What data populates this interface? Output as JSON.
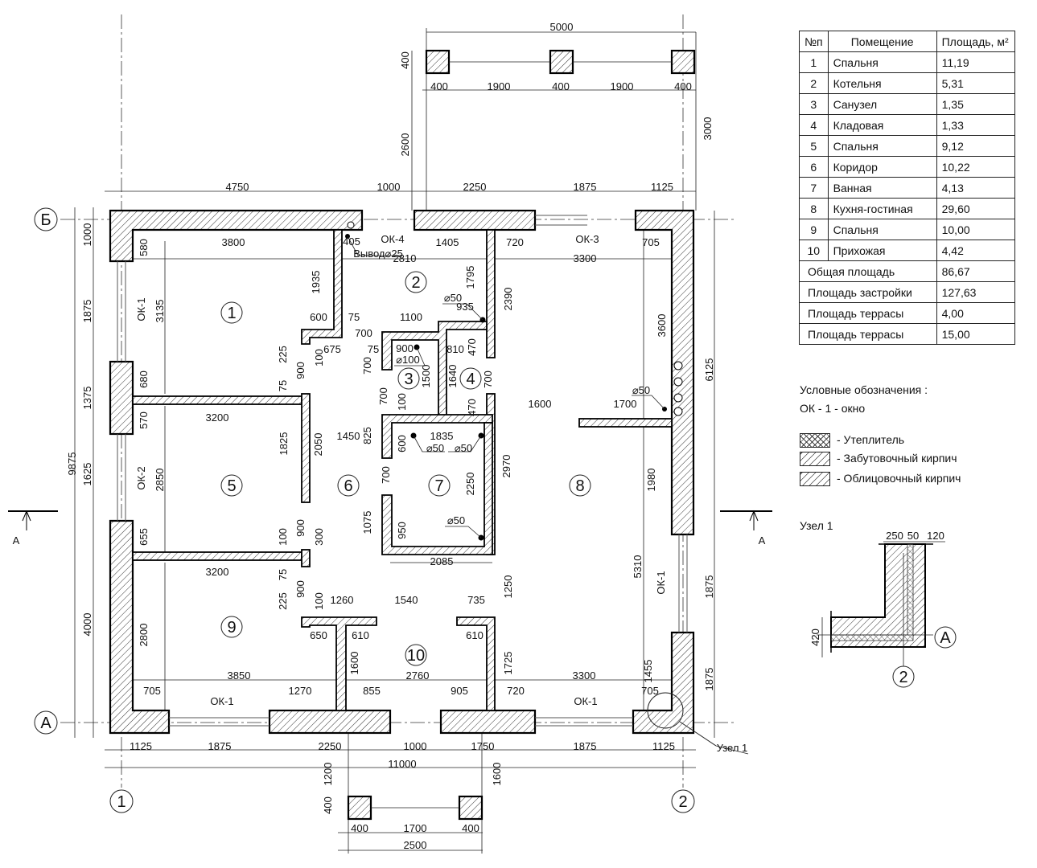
{
  "table": {
    "headers": [
      "№п",
      "Помещение",
      "Площадь, м²"
    ],
    "rows": [
      {
        "n": "1",
        "name": "Спальня",
        "area": "11,19"
      },
      {
        "n": "2",
        "name": "Котельня",
        "area": "5,31"
      },
      {
        "n": "3",
        "name": "Санузел",
        "area": "1,35"
      },
      {
        "n": "4",
        "name": "Кладовая",
        "area": "1,33"
      },
      {
        "n": "5",
        "name": "Спальня",
        "area": "9,12"
      },
      {
        "n": "6",
        "name": "Коридор",
        "area": "10,22"
      },
      {
        "n": "7",
        "name": "Ванная",
        "area": "4,13"
      },
      {
        "n": "8",
        "name": "Кухня-гостиная",
        "area": "29,60"
      },
      {
        "n": "9",
        "name": "Спальня",
        "area": "10,00"
      },
      {
        "n": "10",
        "name": "Прихожая",
        "area": "4,42"
      }
    ],
    "totals": [
      {
        "label": "Общая площадь",
        "value": "86,67"
      },
      {
        "label": "Площадь застройки",
        "value": "127,63"
      },
      {
        "label": "Площадь террасы",
        "value": "4,00"
      },
      {
        "label": "Площадь террасы",
        "value": "15,00"
      }
    ]
  },
  "legend": {
    "title": "Условные обозначения :",
    "window": "ОК - 1  - окно",
    "items": [
      "- Утеплитель",
      "- Забутовочный кирпич",
      "- Облицовочный кирпич"
    ]
  },
  "node": {
    "title": "Узел 1",
    "dims": [
      "250",
      "50",
      "120",
      "420"
    ],
    "axis_a": "А",
    "axis_2": "2"
  },
  "axes": {
    "b": "Б",
    "a": "А",
    "one": "1",
    "two": "2",
    "section_left": "А",
    "section_right": "А",
    "node_callout": "Узел 1"
  },
  "rooms": [
    "1",
    "2",
    "3",
    "4",
    "5",
    "6",
    "7",
    "8",
    "9",
    "10"
  ],
  "dimensions": [
    "5000",
    "400",
    "400",
    "1900",
    "400",
    "1900",
    "400",
    "2600",
    "3000",
    "4750",
    "1000",
    "2250",
    "1875",
    "1125",
    "3800",
    "405",
    "1405",
    "720",
    "705",
    "2810",
    "3300",
    "1000",
    "580",
    "1875",
    "3135",
    "1935",
    "1795",
    "2390",
    "935",
    "600",
    "75",
    "1100",
    "700",
    "675",
    "225",
    "100",
    "75",
    "900",
    "810",
    "470",
    "3600",
    "900",
    "700",
    "1500",
    "1640",
    "700",
    "1375",
    "680",
    "75",
    "700",
    "100",
    "470",
    "1600",
    "1700",
    "6125",
    "3200",
    "570",
    "1825",
    "2050",
    "1450",
    "825",
    "600",
    "1835",
    "2970",
    "1625",
    "2850",
    "700",
    "2250",
    "1980",
    "1075",
    "950",
    "900",
    "100",
    "300",
    "655",
    "2085",
    "3200",
    "75",
    "5310",
    "1250",
    "1875",
    "900",
    "225",
    "100",
    "1260",
    "1540",
    "735",
    "4000",
    "2800",
    "650",
    "610",
    "610",
    "1600",
    "1725",
    "1455",
    "3850",
    "2760",
    "3300",
    "1875",
    "705",
    "1270",
    "855",
    "905",
    "720",
    "705",
    "1125",
    "1875",
    "2250",
    "1000",
    "1750",
    "1875",
    "1125",
    "11000",
    "1200",
    "1600",
    "400",
    "400",
    "1700",
    "400",
    "2500",
    "9875"
  ],
  "window_labels": [
    "ОК-4",
    "ОК-3",
    "ОК-1",
    "ОК-2",
    "ОК-1",
    "ОК-1",
    "ОК-1"
  ],
  "pipe_notes": [
    "Вывод⌀25",
    "⌀50",
    "⌀100",
    "⌀50",
    "⌀50",
    "⌀50",
    "⌀50"
  ]
}
